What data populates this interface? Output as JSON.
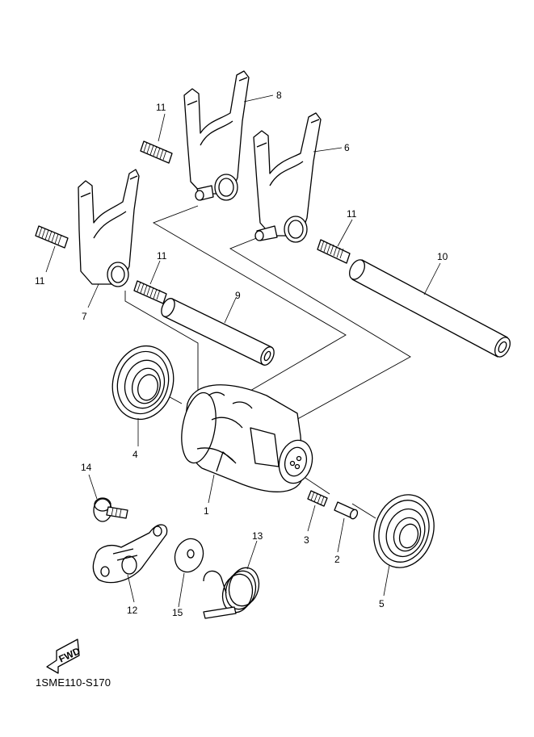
{
  "diagram_code": "1SME110-S170",
  "fwd_label": "FWD",
  "callouts": [
    "1",
    "2",
    "3",
    "4",
    "5",
    "6",
    "7",
    "8",
    "9",
    "10",
    "11",
    "11",
    "11",
    "11",
    "12",
    "13",
    "14",
    "15"
  ],
  "parts": {
    "p1": "1",
    "p2": "2",
    "p3": "3",
    "p4": "4",
    "p5": "5",
    "p6": "6",
    "p7": "7",
    "p8": "8",
    "p9": "9",
    "p10": "10",
    "p11a": "11",
    "p11b": "11",
    "p11c": "11",
    "p11d": "11",
    "p12": "12",
    "p13": "13",
    "p14": "14",
    "p15": "15"
  }
}
